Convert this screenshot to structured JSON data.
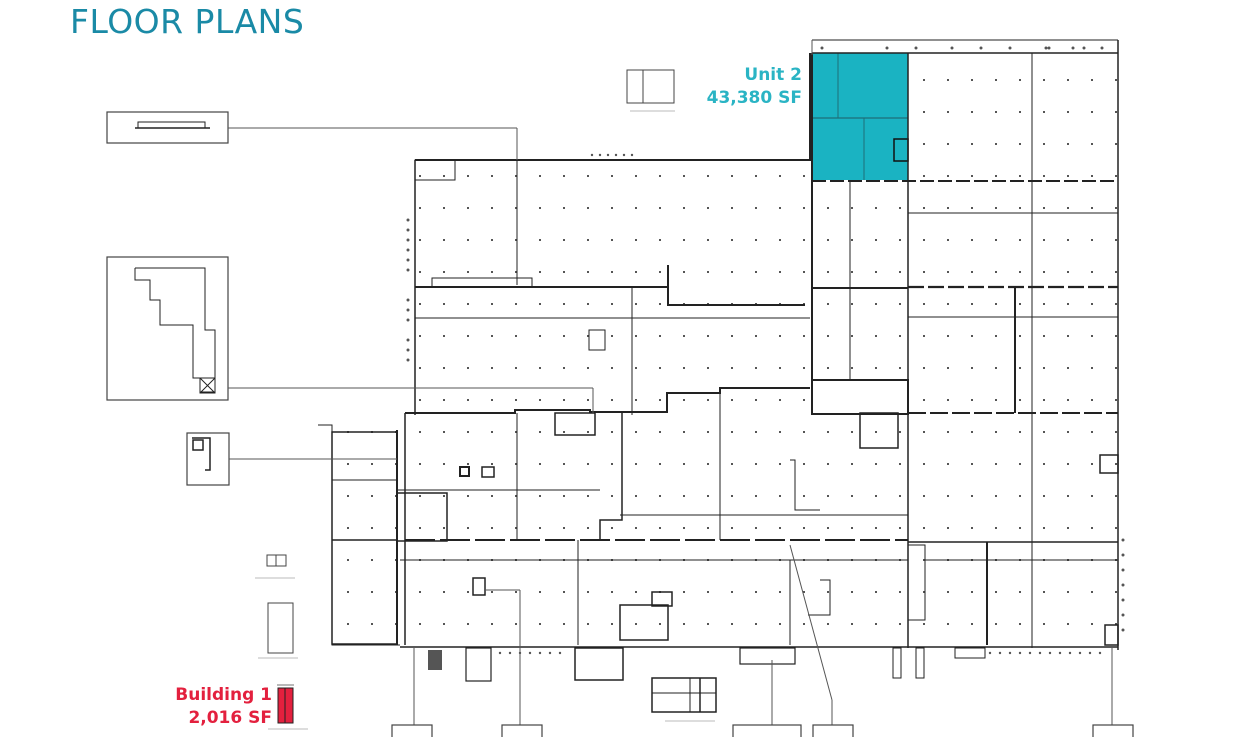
{
  "page": {
    "title": "FLOOR PLANS"
  },
  "callouts": {
    "unit2": {
      "name": "Unit 2",
      "area": "43,380 SF",
      "color": "#1ab3c2"
    },
    "building1": {
      "name": "Building 1",
      "area": "2,016 SF",
      "color": "#e3203e"
    }
  },
  "colors": {
    "title": "#1a8aa6",
    "linework": "#222222",
    "leader_lines": "#555555",
    "unit_fill": "#1ab3c2",
    "building_fill": "#e3203e"
  }
}
